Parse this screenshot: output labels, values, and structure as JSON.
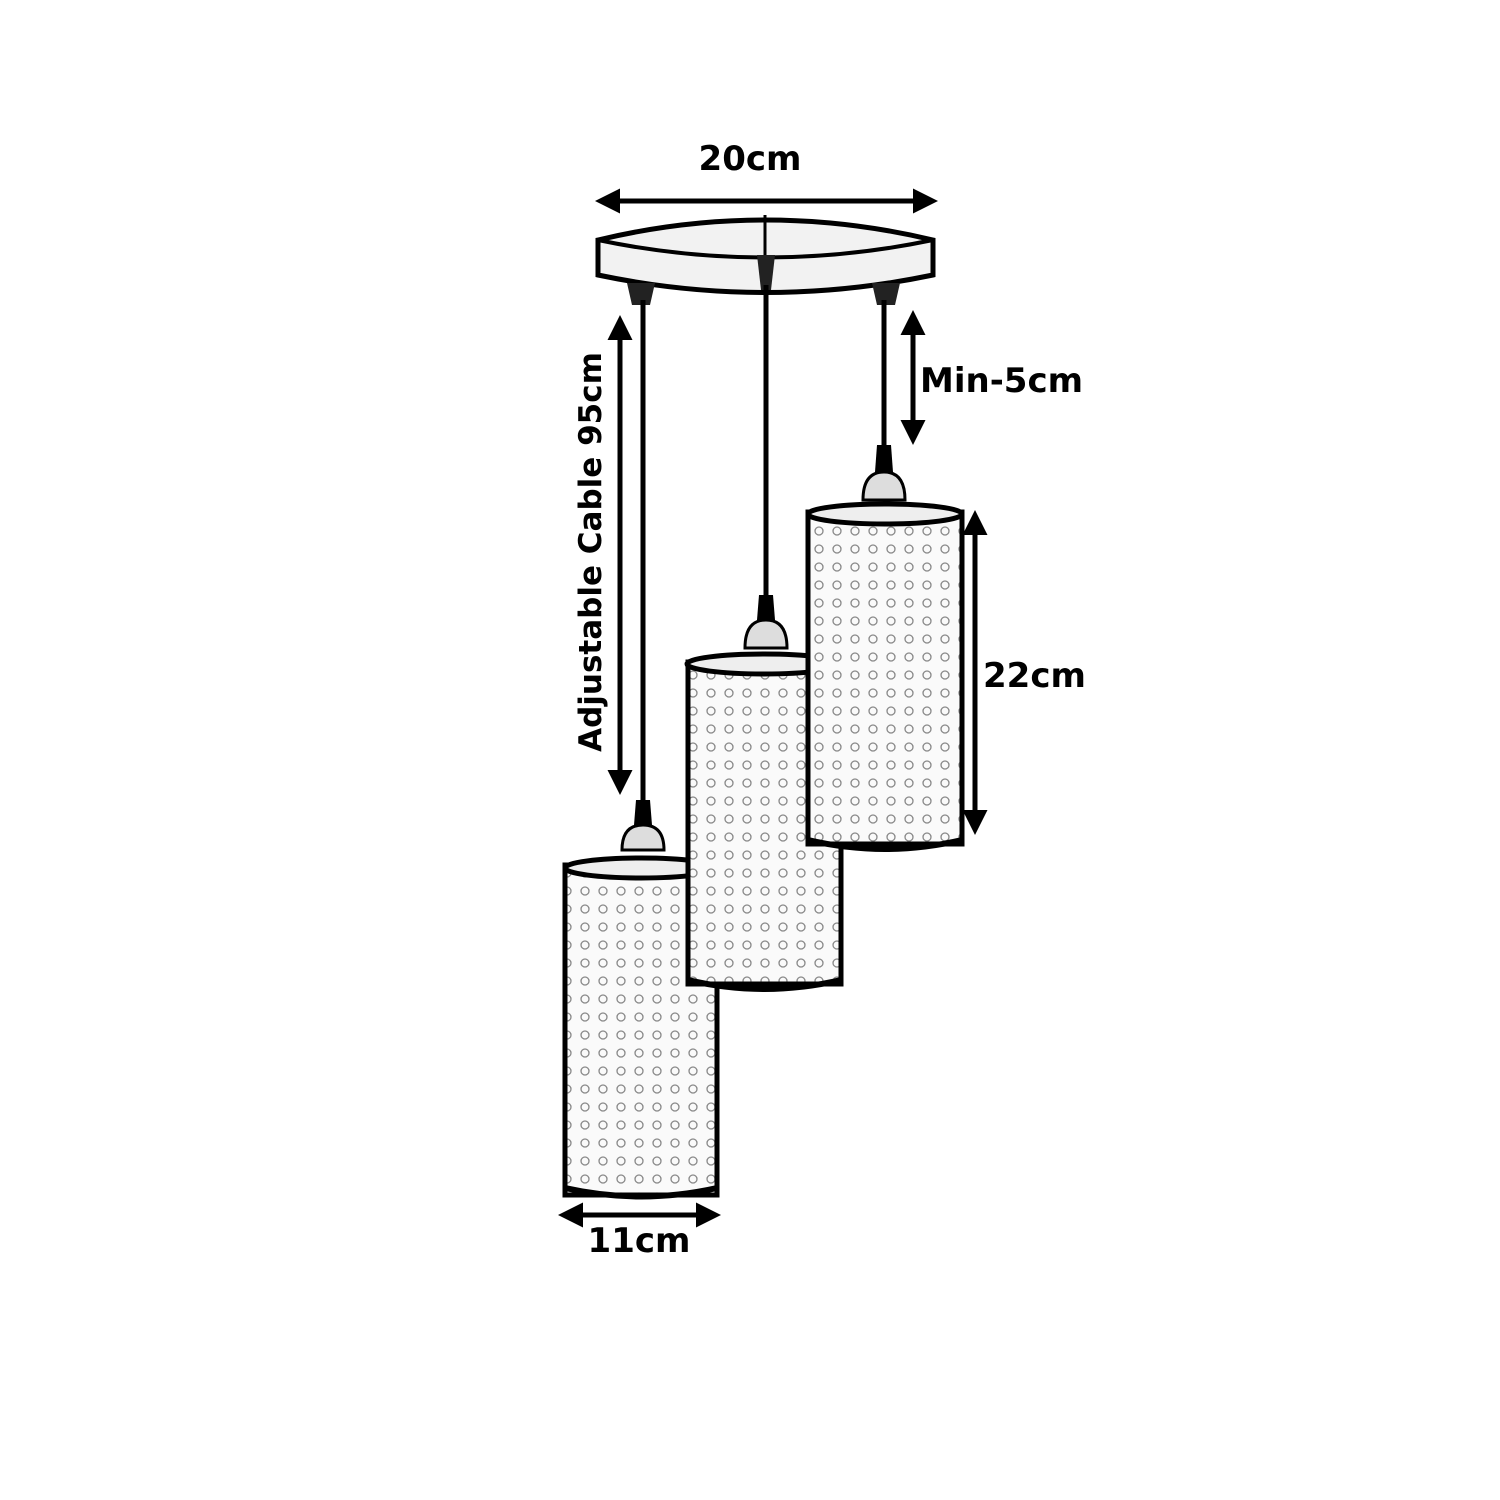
{
  "diagram": {
    "labels": {
      "canopy_width": "20cm",
      "cable_length": "Adjustable Cable 95cm",
      "min_drop": "Min-5cm",
      "shade_height": "22cm",
      "shade_width": "11cm"
    },
    "colors": {
      "line": "#000000",
      "background": "#ffffff",
      "shade": "#f4f4f4"
    }
  }
}
